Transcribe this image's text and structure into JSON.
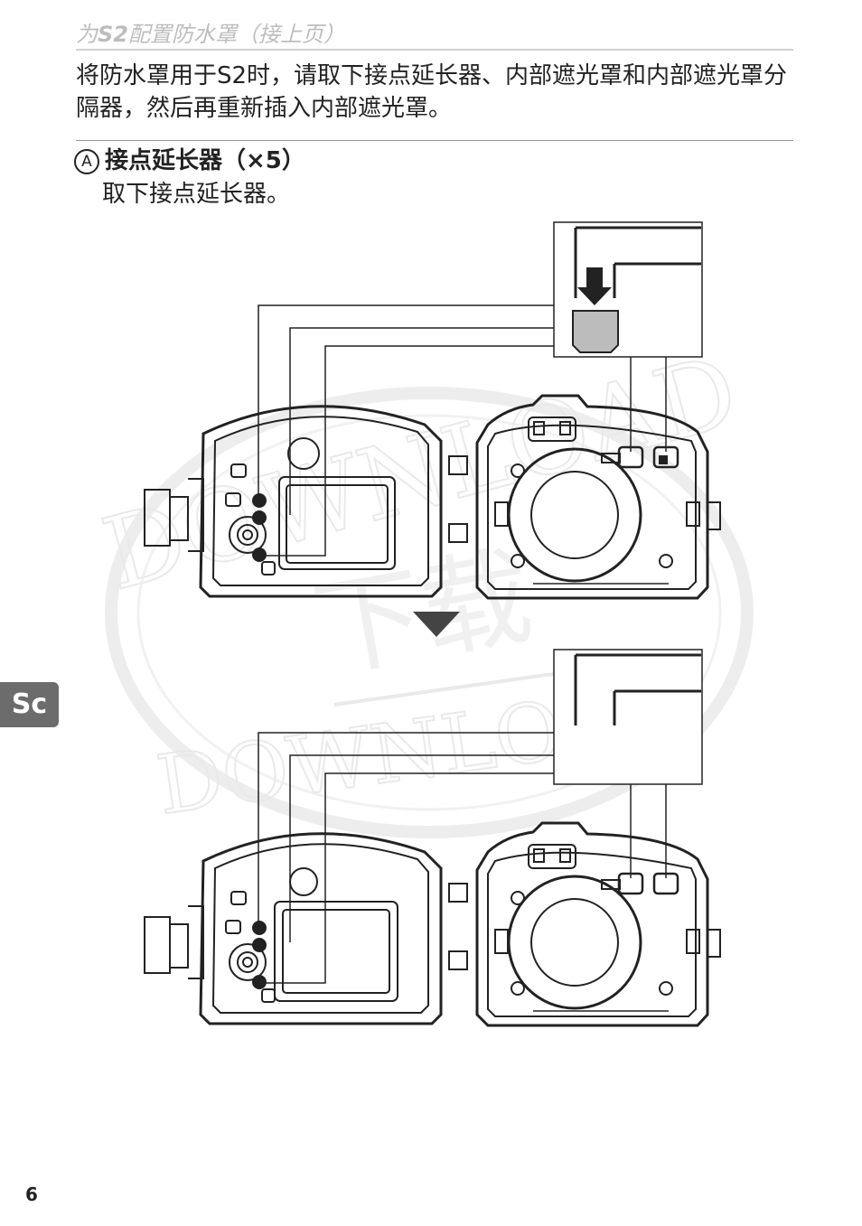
{
  "header": {
    "pre": "为",
    "model": "S2",
    "post": "配置防水罩（接上页）"
  },
  "intro": {
    "text": "将防水罩用于S2时，请取下接点延长器、内部遮光罩和内部遮光罩分隔器，然后再重新插入内部遮光罩。"
  },
  "section": {
    "marker": "A",
    "title": "接点延长器（",
    "qty": "×5",
    "close": "）",
    "body": "取下接点延长器。"
  },
  "tab": {
    "label": "Sc"
  },
  "page": {
    "number": "6"
  },
  "watermark": {
    "text_top": "DOWNLOAD",
    "text_bottom": "DOWNLOAD",
    "text_center": "下载"
  }
}
